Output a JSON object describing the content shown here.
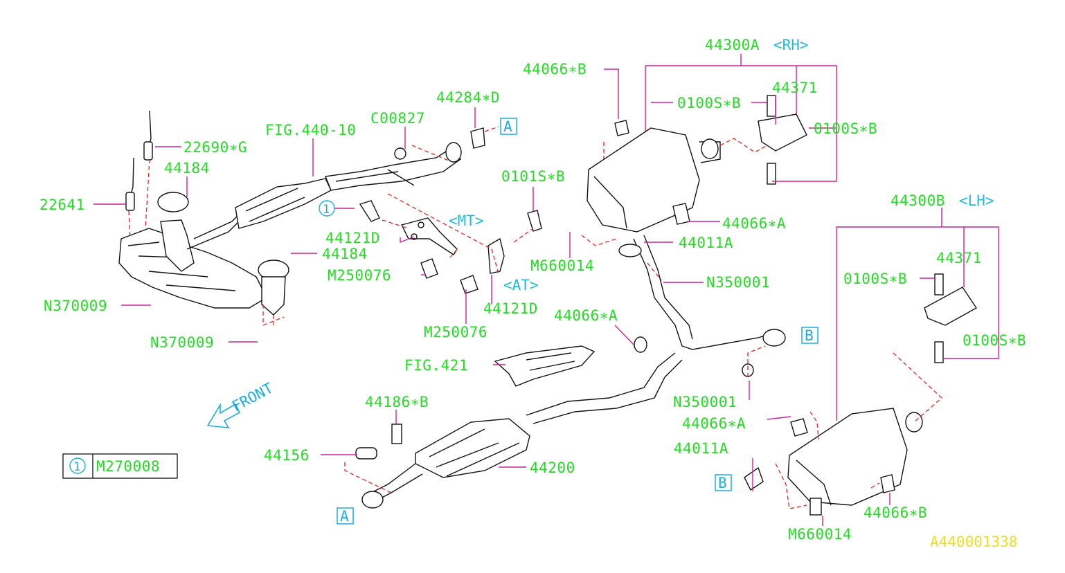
{
  "labels": {
    "l22690g": "22690∗G",
    "l22641": "22641",
    "l44184a": "44184",
    "l44184b": "44184",
    "fig440": "FIG.440-10",
    "c00827": "C00827",
    "l44284d": "44284∗D",
    "l44121d_mt": "44121D",
    "l44121d_at": "44121D",
    "m250076a": "M250076",
    "m250076b": "M250076",
    "n370009a": "N370009",
    "n370009b": "N370009",
    "l0101sb": "0101S∗B",
    "l44066b_top": "44066∗B",
    "l44300a": "44300A",
    "l0100sb_a1": "0100S∗B",
    "l44371a": "44371",
    "l0100sb_a2": "0100S∗B",
    "l44066a_top": "44066∗A",
    "m660014a": "M660014",
    "l44011a_top": "44011A",
    "n350001a": "N350001",
    "l44066a_mid": "44066∗A",
    "fig421": "FIG.421",
    "n350001b": "N350001",
    "l44066a_low": "44066∗A",
    "l44186b": "44186∗B",
    "l44156": "44156",
    "l44200": "44200",
    "l44300b": "44300B",
    "l0100sb_b1": "0100S∗B",
    "l44371b": "44371",
    "l0100sb_b2": "0100S∗B",
    "l44011a_low": "44011A",
    "l44066b_low": "44066∗B",
    "m660014b": "M660014",
    "front": "FRONT",
    "legend_num": "1",
    "legend_part": "M270008",
    "callout_num": "1",
    "diagram_code": "A440001338"
  },
  "variants": {
    "rh": "<RH>",
    "lh": "<LH>",
    "mt": "<MT>",
    "at": "<AT>"
  },
  "refs": {
    "a_top": "A",
    "a_low": "A",
    "b_top": "B",
    "b_low": "B"
  },
  "colors": {
    "part_number": "#22dd22",
    "variant": "#22bbdd",
    "reference_box": "#1aaee0",
    "leader_line": "#cc2299",
    "dashed_line": "#ee2222",
    "diagram_code": "#e8e020"
  }
}
